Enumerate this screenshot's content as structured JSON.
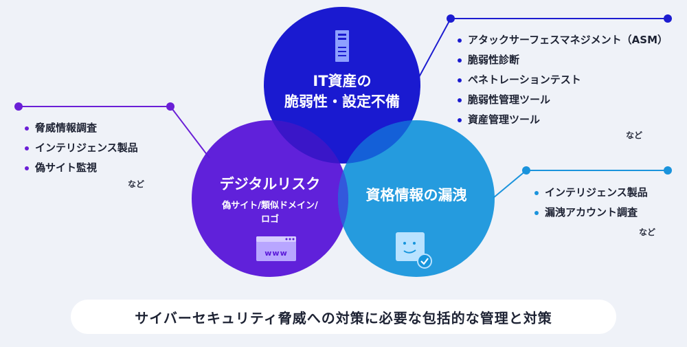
{
  "circles": {
    "it": {
      "title_line1": "IT資産の",
      "title_line2": "脆弱性・設定不備",
      "icon": "server-icon",
      "color": "#1a1ad0"
    },
    "digital": {
      "title": "デジタルリスク",
      "subtitle_line1": "偽サイト/類似ドメイン/",
      "subtitle_line2": "ロゴ",
      "icon": "browser-www-icon",
      "color": "#5a18d8"
    },
    "credential": {
      "title": "資格情報の漏洩",
      "icon": "user-check-icon",
      "color": "#1695dc"
    }
  },
  "lists": {
    "left": {
      "items": [
        "脅威情報調査",
        "インテリジェンス製品",
        "偽サイト監視"
      ],
      "etc": "など",
      "accent": "#6a1fd6"
    },
    "top_right": {
      "items": [
        "アタックサーフェスマネジメント（ASM）",
        "脆弱性診断",
        "ペネトレーションテスト",
        "脆弱性管理ツール",
        "資産管理ツール"
      ],
      "etc": "など",
      "accent": "#1c1cd0"
    },
    "bottom_right": {
      "items": [
        "インテリジェンス製品",
        "漏洩アカウント調査"
      ],
      "etc": "など",
      "accent": "#1a93dc"
    }
  },
  "footer": {
    "text": "サイバーセキュリティ脅威への対策に必要な包括的な管理と対策"
  }
}
